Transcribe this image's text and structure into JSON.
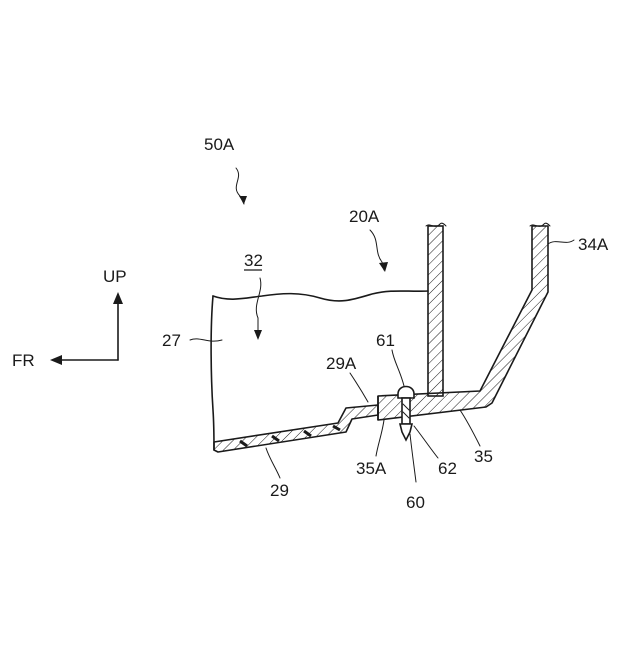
{
  "figure": {
    "labels": {
      "assembly": "50A",
      "region": "20A",
      "bracket_top": "34A",
      "interior": "32",
      "wall": "27",
      "step": "29A",
      "floor": "29",
      "fastener": "61",
      "hole": "35A",
      "washer": "62",
      "clip": "60",
      "bracket": "35"
    },
    "directions": {
      "up": "UP",
      "front": "FR"
    }
  }
}
